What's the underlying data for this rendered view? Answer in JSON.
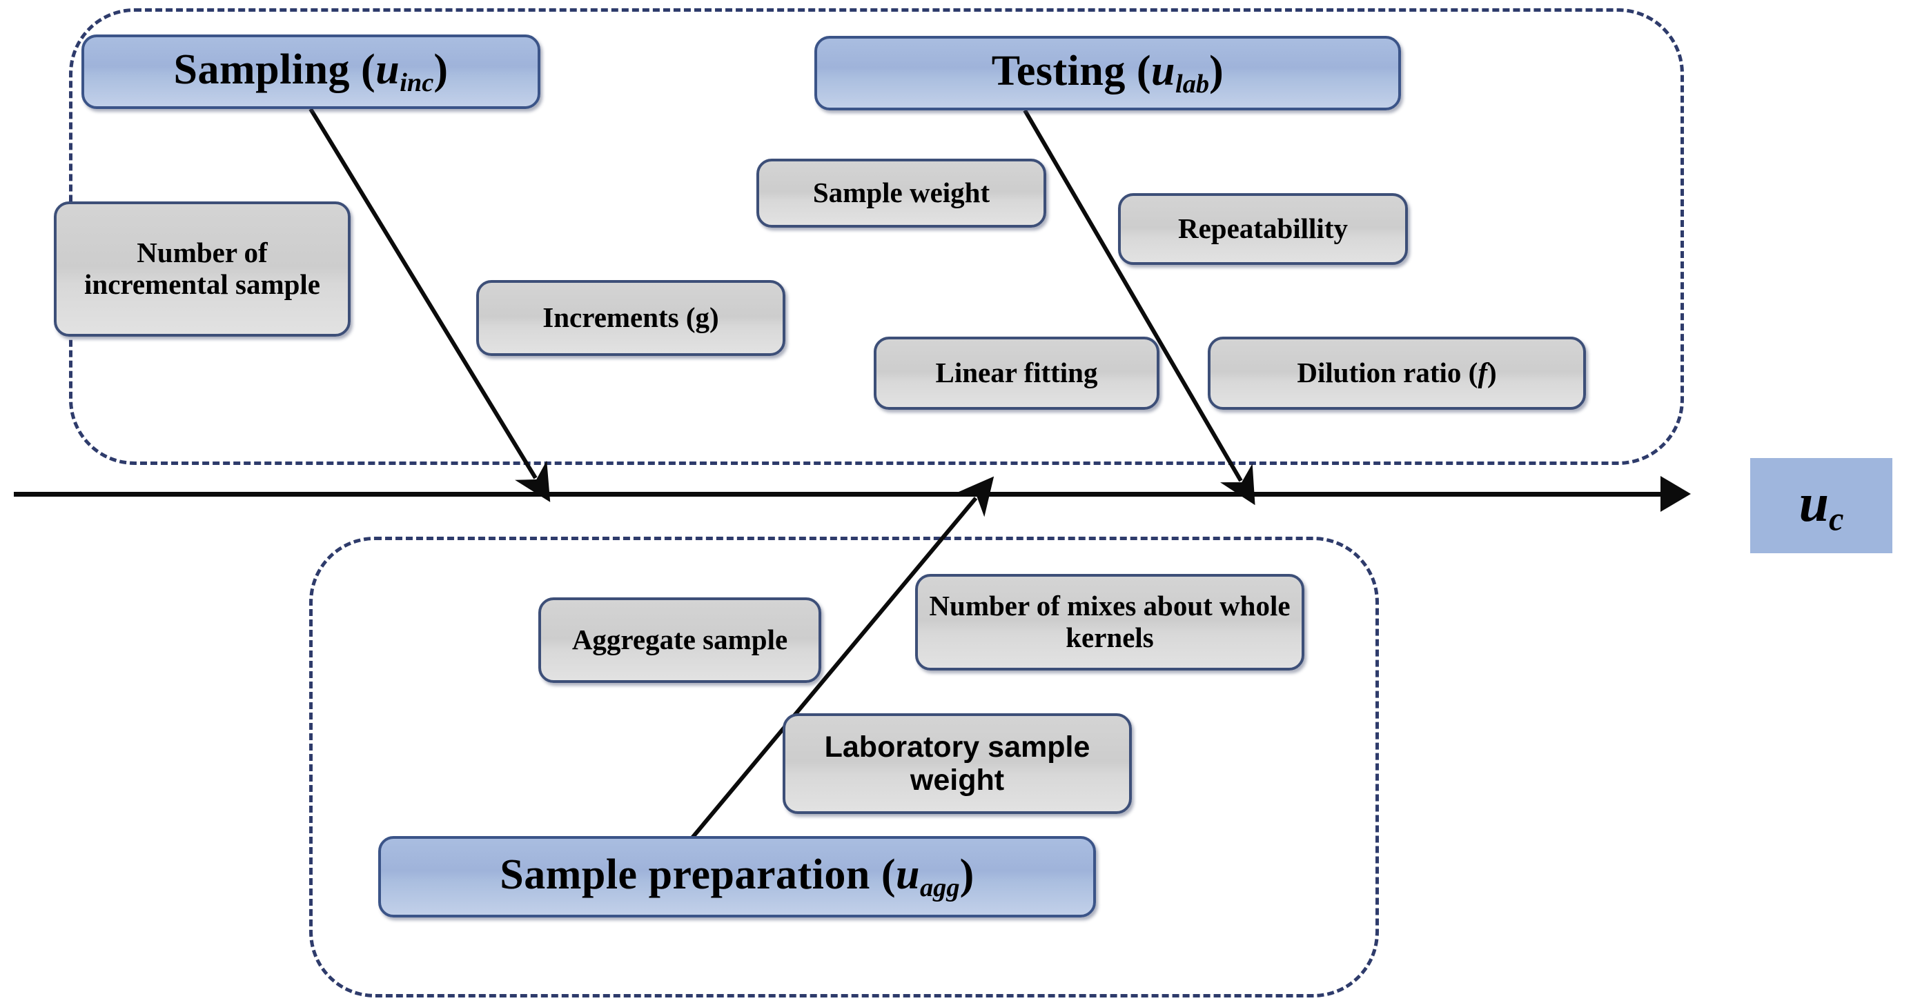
{
  "diagram": {
    "type": "fishbone",
    "title": "Uncertainty contributions fishbone (Ishikawa) diagram",
    "result": {
      "label": "uc",
      "symbol": "u",
      "subscript": "c"
    },
    "groups": [
      {
        "id": "upper",
        "name": "upper-group-container"
      },
      {
        "id": "lower",
        "name": "lower-group-container"
      }
    ],
    "categories": [
      {
        "id": "sampling",
        "label": "Sampling (uinc)",
        "symbol": "u",
        "subscript": "inc",
        "prefix": "Sampling (",
        "suffix": ")",
        "causes": [
          {
            "id": "number-of-incremental-sample",
            "label": "Number of incremental sample"
          },
          {
            "id": "increments-g",
            "label": "Increments (g)"
          }
        ]
      },
      {
        "id": "testing",
        "label": "Testing (ulab)",
        "symbol": "u",
        "subscript": "lab",
        "prefix": "Testing (",
        "suffix": ")",
        "causes": [
          {
            "id": "sample-weight",
            "label": "Sample weight"
          },
          {
            "id": "repeatabillity",
            "label": "Repeatabillity"
          },
          {
            "id": "linear-fitting",
            "label": "Linear fitting"
          },
          {
            "id": "dilution-ratio-f",
            "label": "Dilution ratio (f)"
          }
        ]
      },
      {
        "id": "sample-preparation",
        "label": "Sample preparation (uagg)",
        "symbol": "u",
        "subscript": "agg",
        "prefix": "Sample preparation (",
        "suffix": ")",
        "causes": [
          {
            "id": "aggregate-sample",
            "label": "Aggregate sample"
          },
          {
            "id": "number-of-mixes-about-whole-kernels",
            "label": "Number of mixes about whole kernels"
          },
          {
            "id": "laboratory-sample-weight",
            "label": "Laboratory sample weight"
          }
        ]
      }
    ],
    "colors": {
      "primary_fill": "#a4b8dd",
      "primary_border": "#3b5488",
      "secondary_fill": "#d4d4d4",
      "secondary_border": "#3d4f78",
      "result_fill": "#9fb6dd",
      "container_dash": "#2e3b6b",
      "spine": "#0b0b0b",
      "text": "#000000"
    },
    "text": {
      "sampling_prefix": "Sampling (",
      "sampling_sym": "u",
      "sampling_sub": "inc",
      "paren_close": ")",
      "testing_prefix": "Testing (",
      "testing_sym": "u",
      "testing_sub": "lab",
      "prep_prefix": "Sample preparation (",
      "prep_sym": "u",
      "prep_sub": "agg",
      "number_of_incremental_sample": "Number of incremental sample",
      "increments_g": "Increments (g)",
      "sample_weight": "Sample weight",
      "repeatabillity": "Repeatabillity",
      "linear_fitting": "Linear fitting",
      "dilution_ratio_prefix": "Dilution ratio (",
      "dilution_ratio_var": "f",
      "aggregate_sample": "Aggregate sample",
      "number_of_mixes": "Number of mixes about whole kernels",
      "laboratory_sample_weight": "Laboratory sample weight",
      "result_sym": "u",
      "result_sub": "c"
    }
  }
}
